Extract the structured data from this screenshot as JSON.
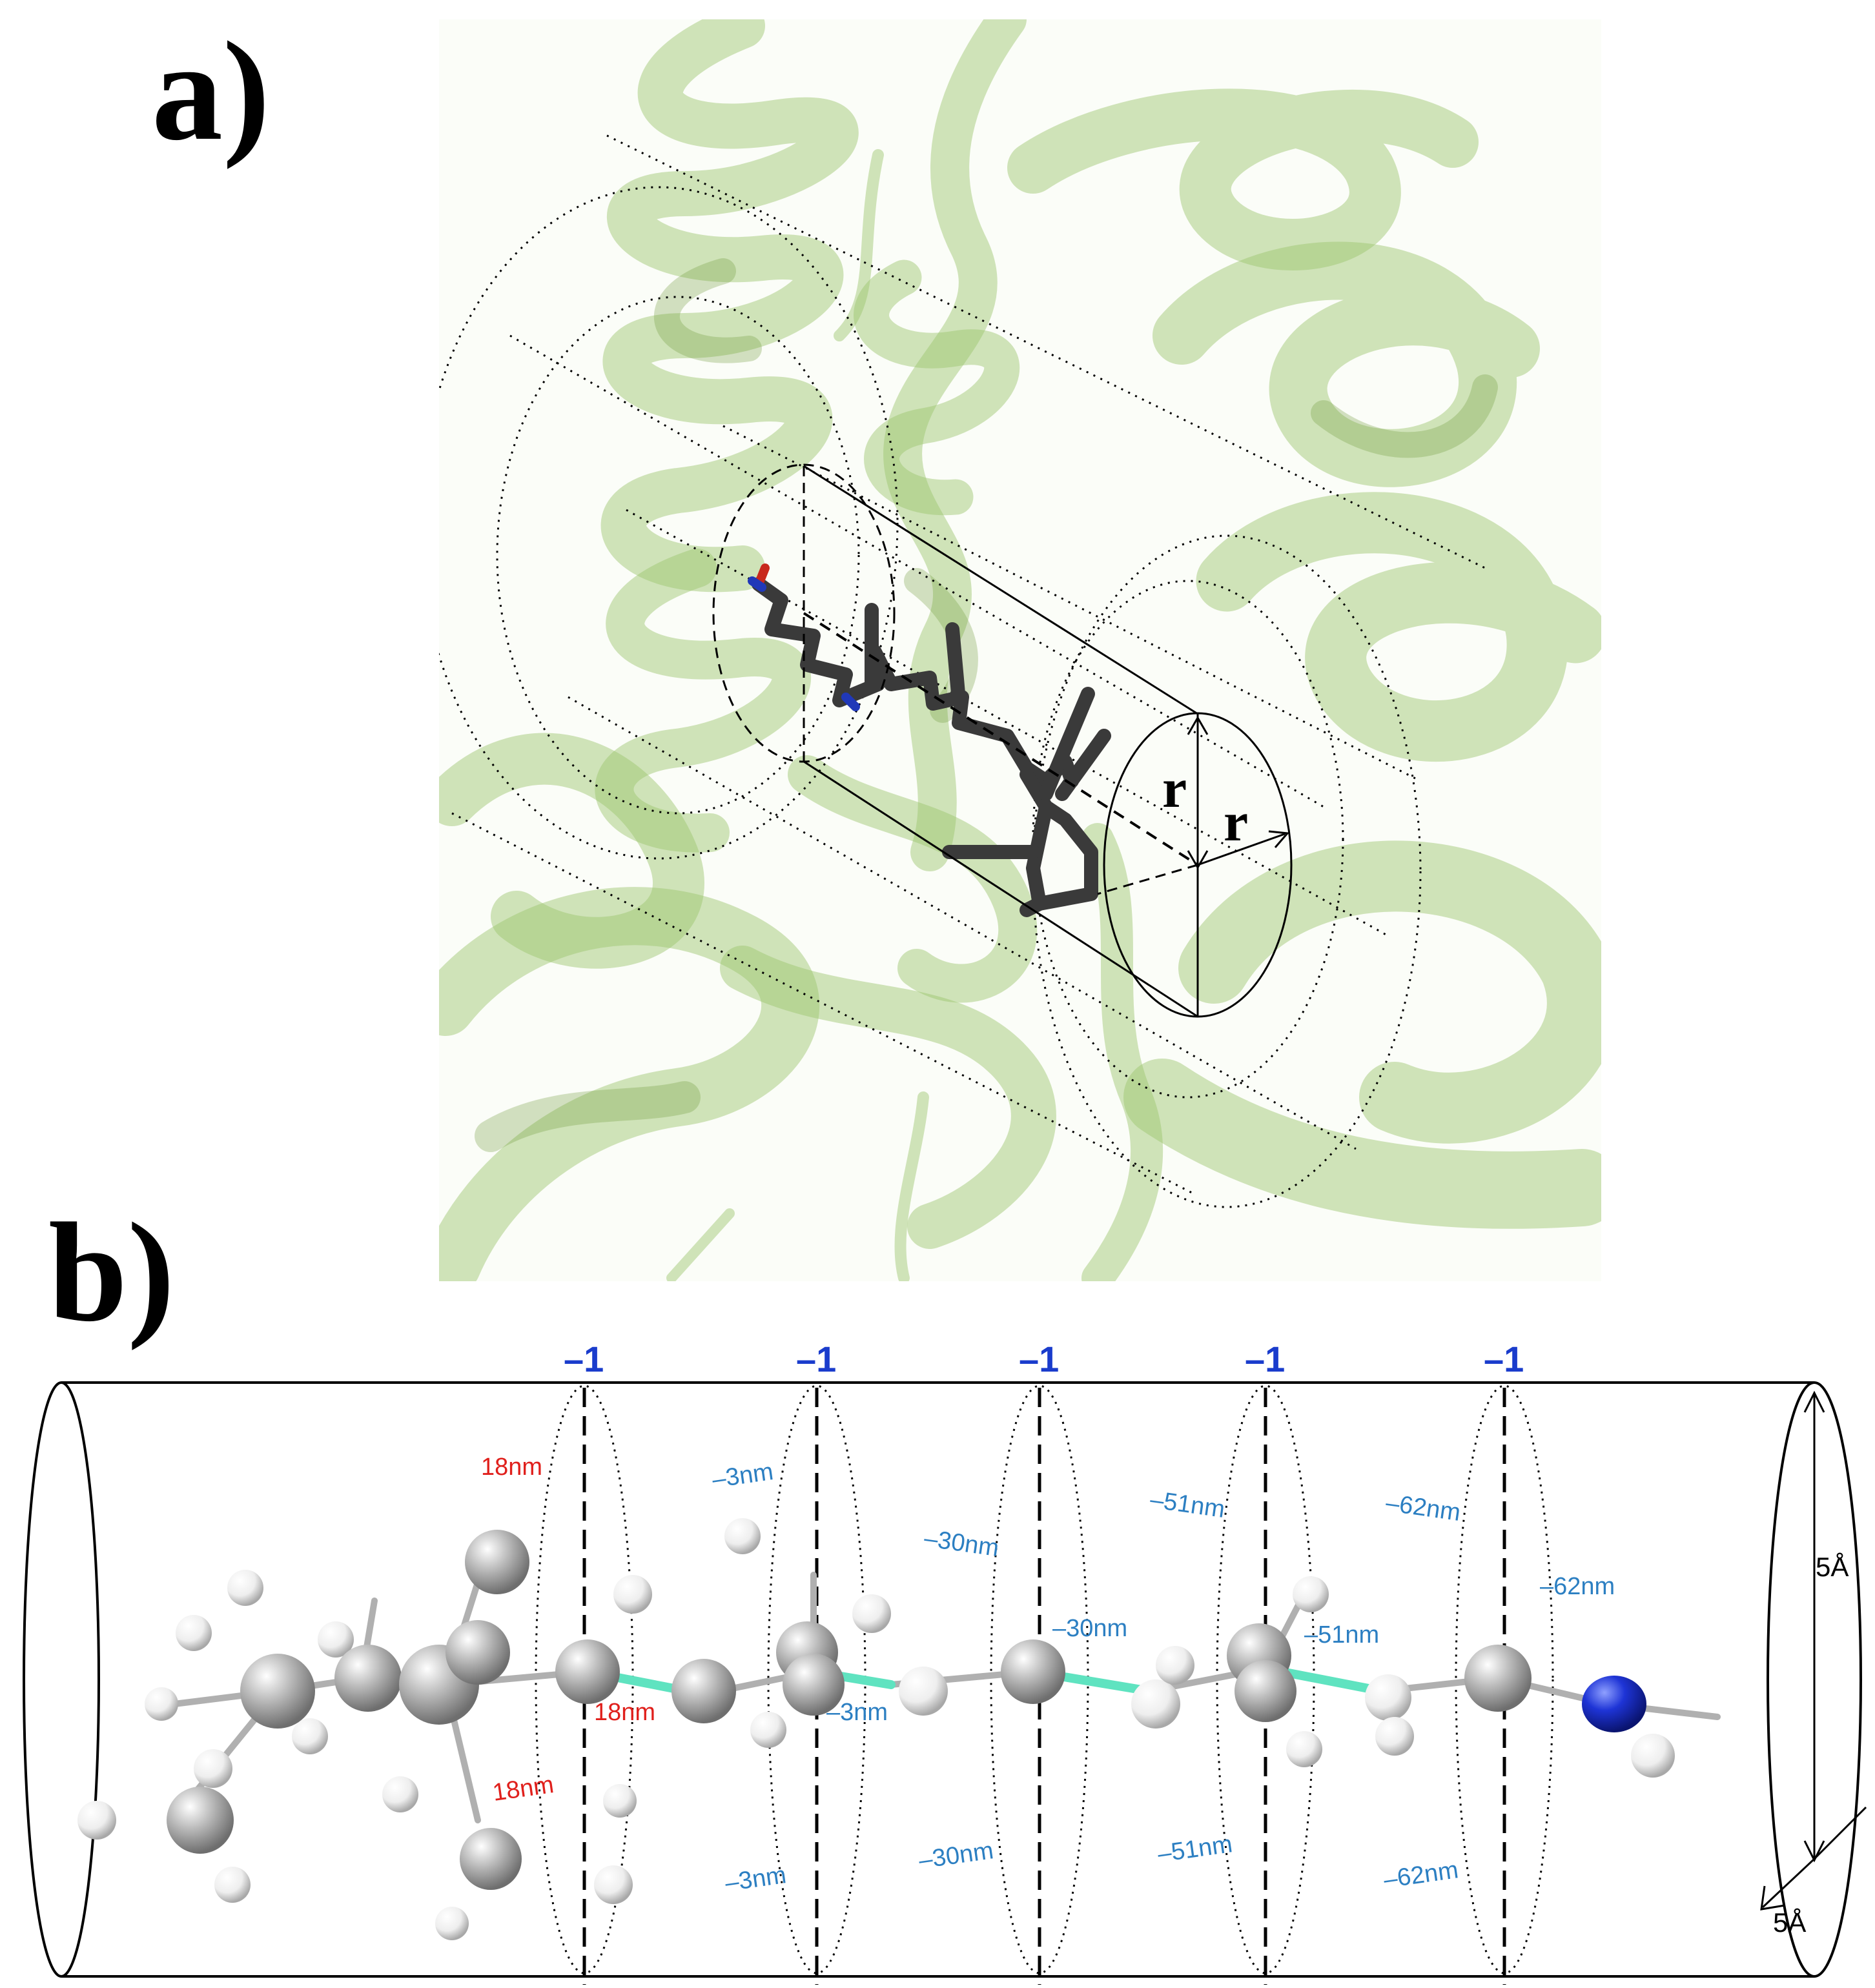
{
  "panels": {
    "a": {
      "label": "a)",
      "radius_label_vertical": "r",
      "radius_label_horizontal": "r"
    },
    "b": {
      "label": "b)",
      "radius_label_top": "5Å",
      "radius_label_bottom": "5Å",
      "slices": [
        {
          "charge": "–1",
          "top_left": "18nm",
          "center": "18nm",
          "bottom_left": "18nm"
        },
        {
          "charge": "–1",
          "top_left": "–3nm",
          "center": "–3nm",
          "bottom_left": "–3nm"
        },
        {
          "charge": "–1",
          "top_left": "–30nm",
          "center": "–30nm",
          "bottom_left": "–30nm"
        },
        {
          "charge": "–1",
          "top_left": "–51nm",
          "center": "–51nm",
          "bottom_left": "–51nm"
        },
        {
          "charge": "–1",
          "top_left": "–62nm",
          "center": "–62nm",
          "bottom_left": "–62nm"
        }
      ]
    }
  },
  "colors": {
    "ribbon": "#9ac46a",
    "ribbon_dark": "#6f9a3a",
    "retinal": "#3a3a3a",
    "charge": "#1a3ccc",
    "potential_positive": "#e0201c",
    "potential_negative": "#2c7fc2",
    "carbon": "#a9a9a9",
    "hydrogen": "#f2f2f2",
    "nitrogen": "#1428c8",
    "bond_highlight": "#5fe3c0"
  }
}
